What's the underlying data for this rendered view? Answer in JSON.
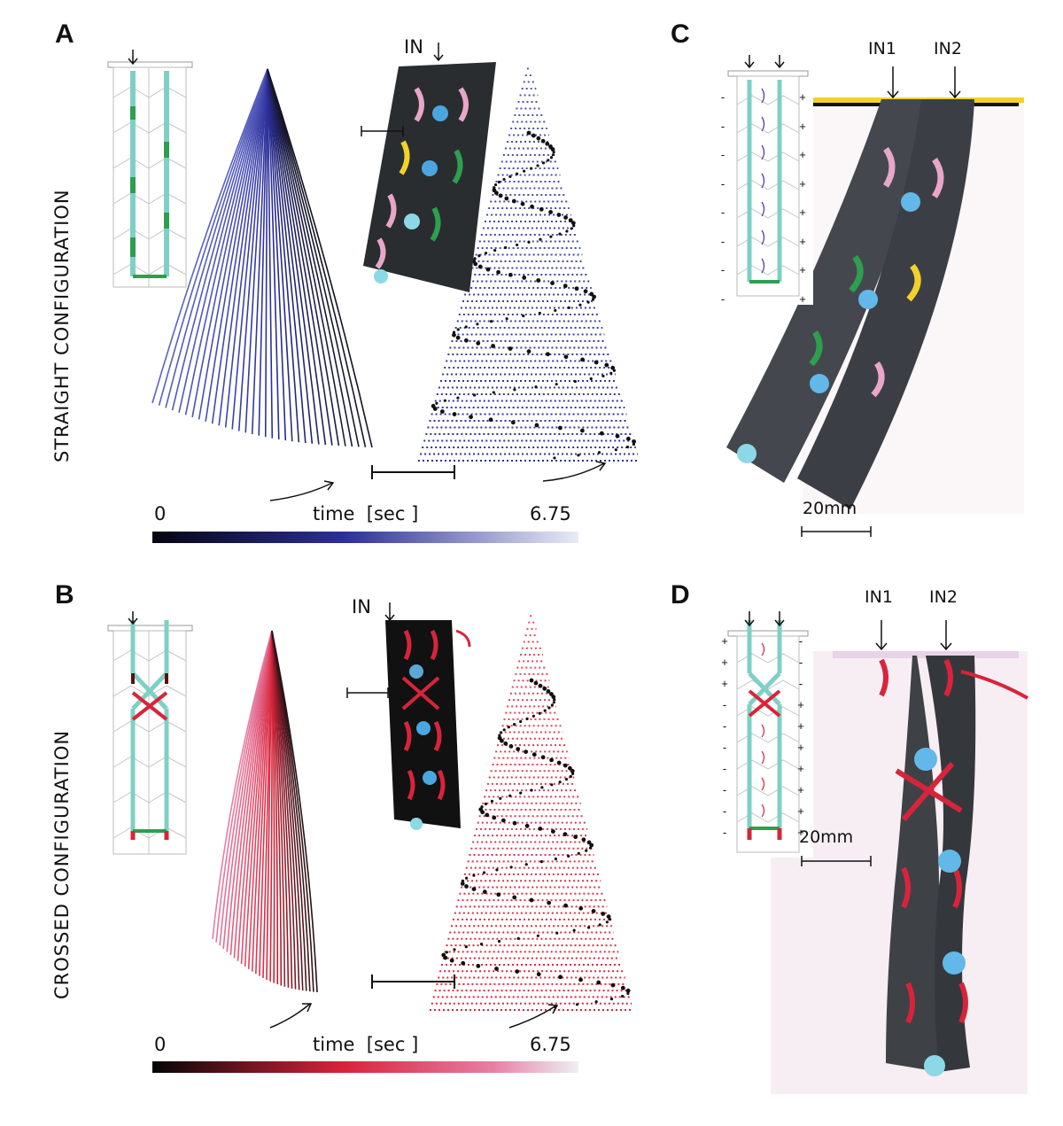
{
  "panels": {
    "a": {
      "letter": "A",
      "side_label": "STRAIGHT CONFIGURATION",
      "in_label": "IN",
      "time_start": "0",
      "time_label": "time  [sec ]",
      "time_end": "6.75"
    },
    "b": {
      "letter": "B",
      "side_label": "CROSSED CONFIGURATION",
      "in_label": "IN",
      "time_start": "0",
      "time_label": "time  [sec ]",
      "time_end": "6.75"
    },
    "c": {
      "letter": "C",
      "in1": "IN1",
      "in2": "IN2",
      "scale": "20mm",
      "signs_left": [
        "-",
        "-",
        "-",
        "-",
        "-",
        "-",
        "-",
        "-"
      ],
      "signs_right": [
        "+",
        "+",
        "+",
        "+",
        "+",
        "+",
        "+",
        "+"
      ]
    },
    "d": {
      "letter": "D",
      "in1": "IN1",
      "in2": "IN2",
      "scale": "20mm",
      "signs_left": [
        "+",
        "+",
        "+",
        "-",
        "-",
        "-",
        "-",
        "-",
        "-",
        "-"
      ],
      "signs_right": [
        "-",
        "-",
        "-",
        "+",
        "+",
        "+",
        "+",
        "+",
        "+",
        "+"
      ]
    }
  },
  "colors": {
    "blue_series": "#2b2f9a",
    "red_series": "#d8243a",
    "teal_tendon": "#7fd0c4",
    "green_tendon": "#2e9e4f",
    "pink_tendon": "#e8a6c8",
    "yellow_tendon": "#f2d22a",
    "dark_body": "#3b3f45"
  },
  "icons": [
    "down-arrow-icon",
    "curved-arrow-icon"
  ]
}
